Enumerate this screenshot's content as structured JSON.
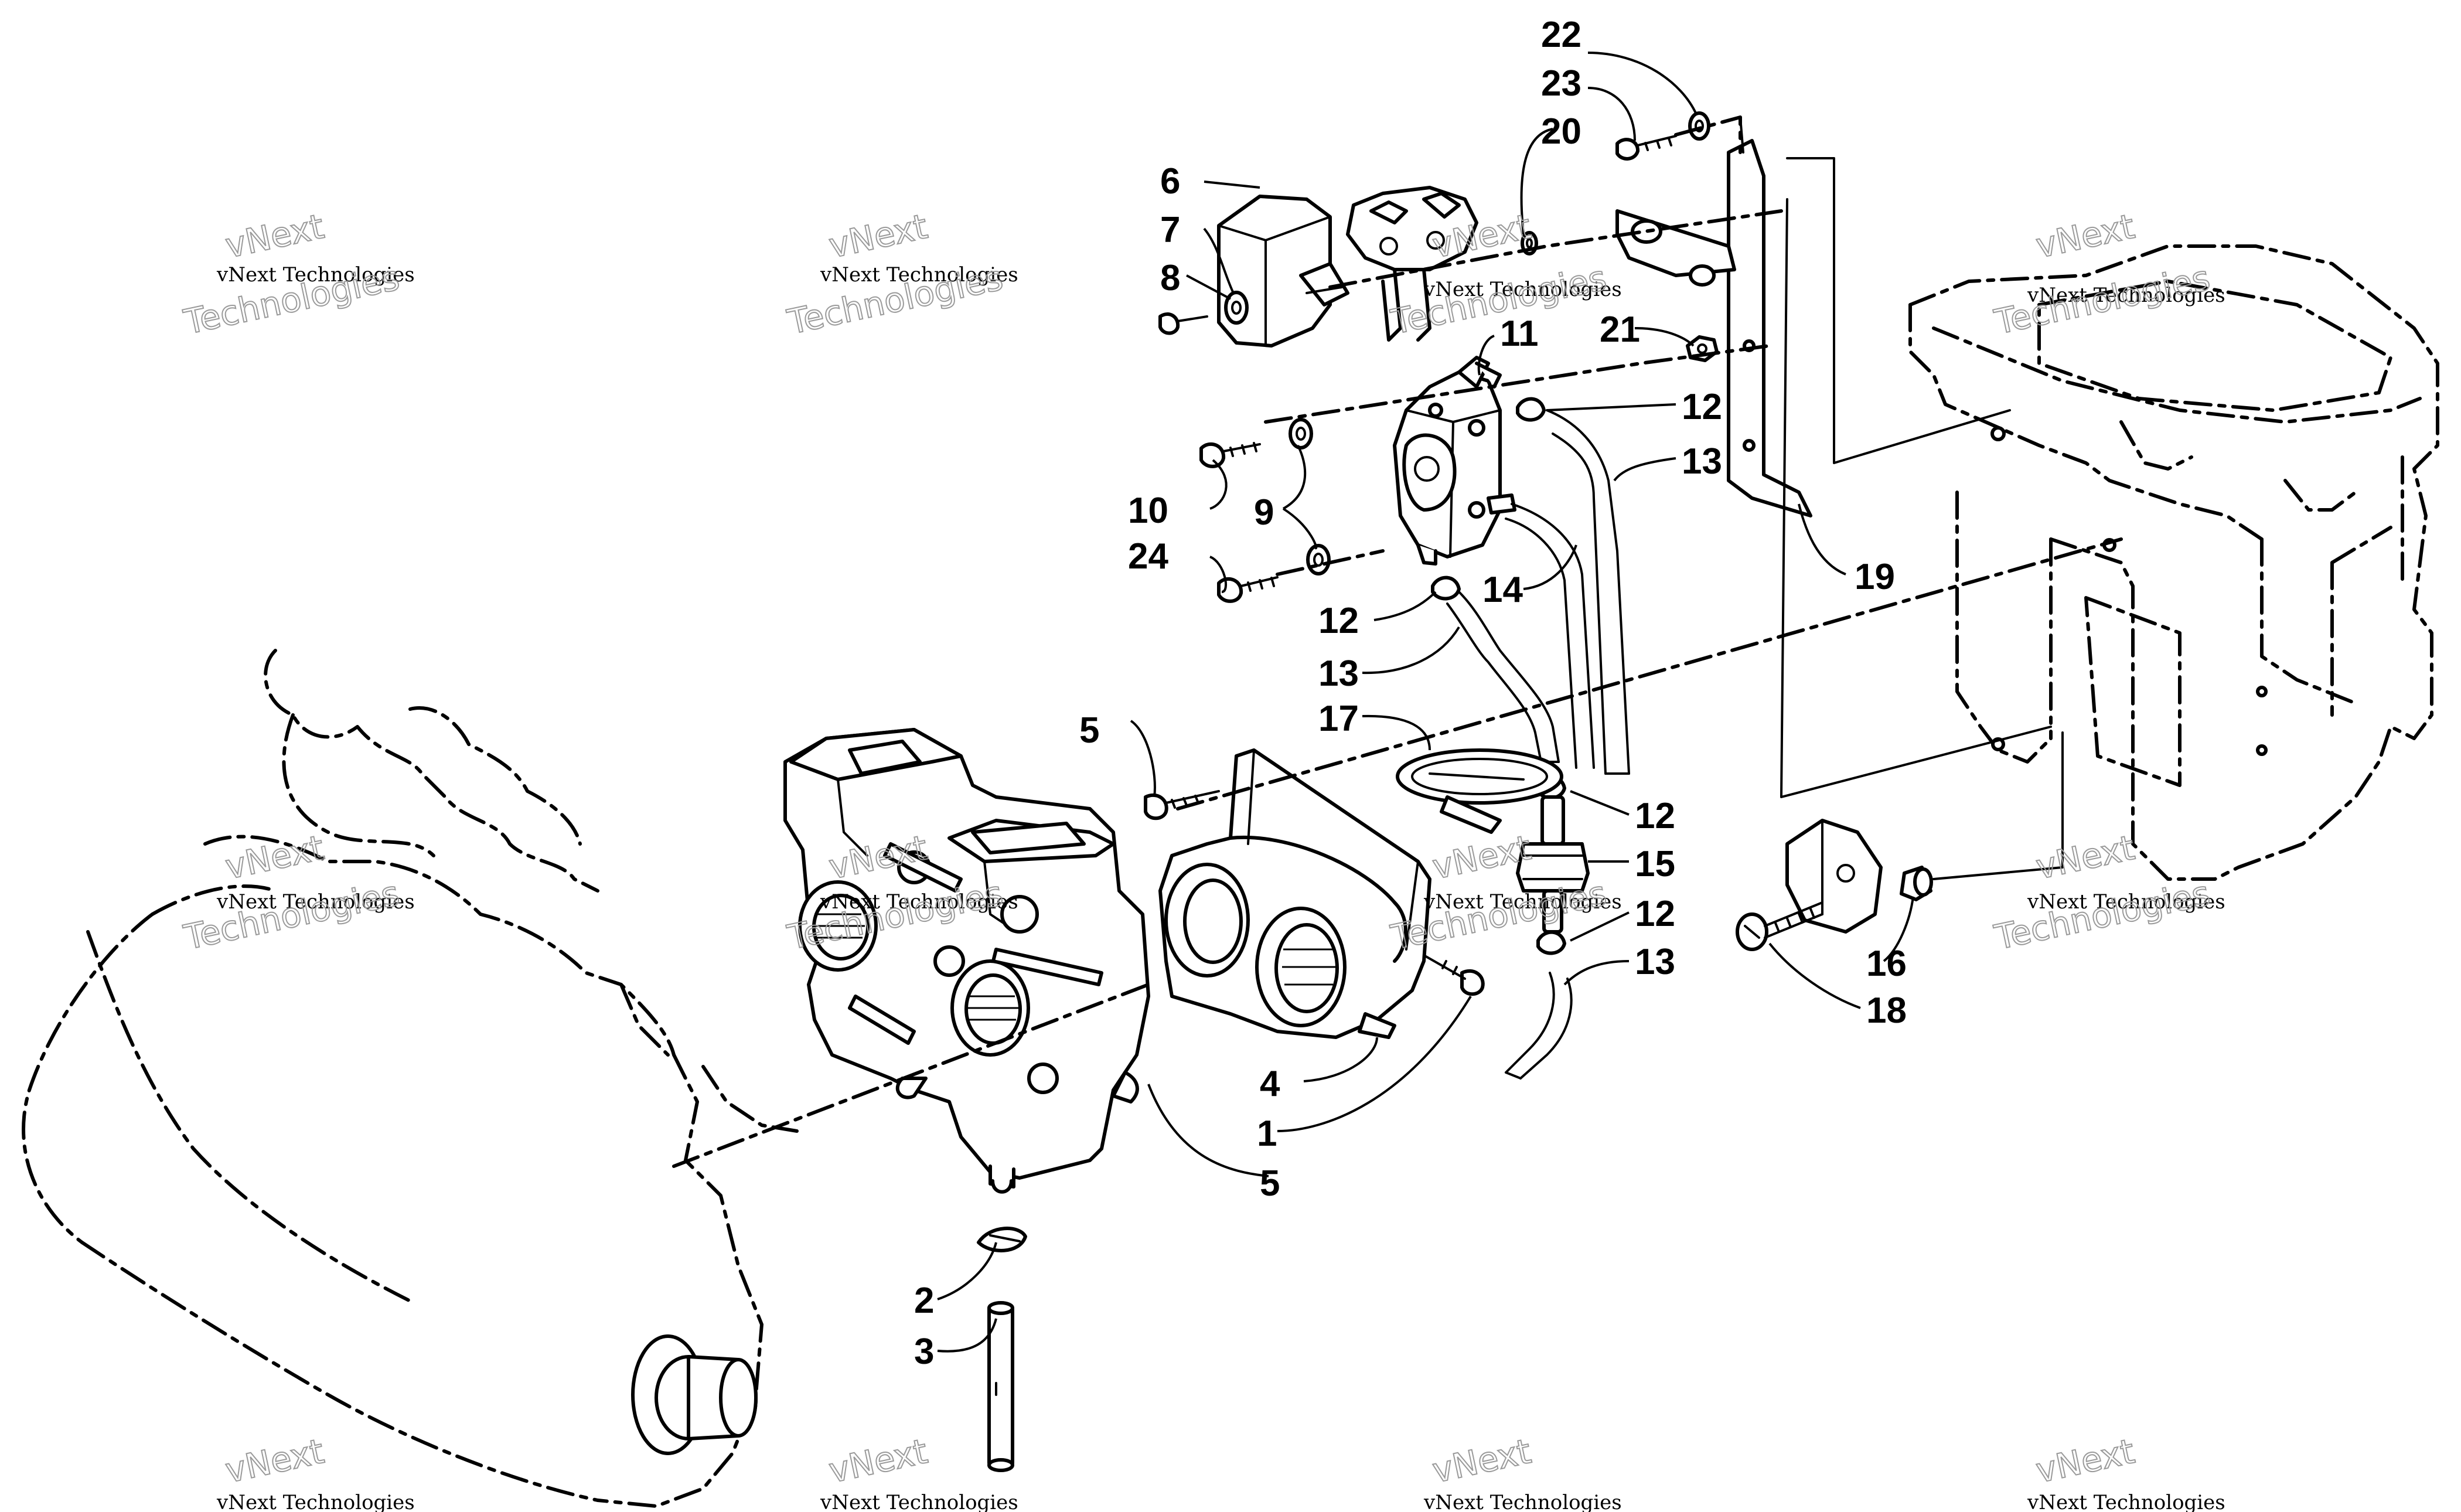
{
  "watermark": {
    "brand": "vNext",
    "small_text": "vNext Technologies",
    "large_text": "Technologies"
  },
  "callouts": {
    "c1": "1",
    "c2": "2",
    "c3": "3",
    "c4": "4",
    "c5a": "5",
    "c5b": "5",
    "c6": "6",
    "c7": "7",
    "c8": "8",
    "c9": "9",
    "c10": "10",
    "c11": "11",
    "c12a": "12",
    "c12b": "12",
    "c12c": "12",
    "c12d": "12",
    "c13a": "13",
    "c13b": "13",
    "c13c": "13",
    "c14": "14",
    "c15": "15",
    "c16": "16",
    "c17": "17",
    "c18": "18",
    "c19": "19",
    "c20": "20",
    "c21": "21",
    "c22": "22",
    "c23": "23",
    "c24": "24"
  }
}
